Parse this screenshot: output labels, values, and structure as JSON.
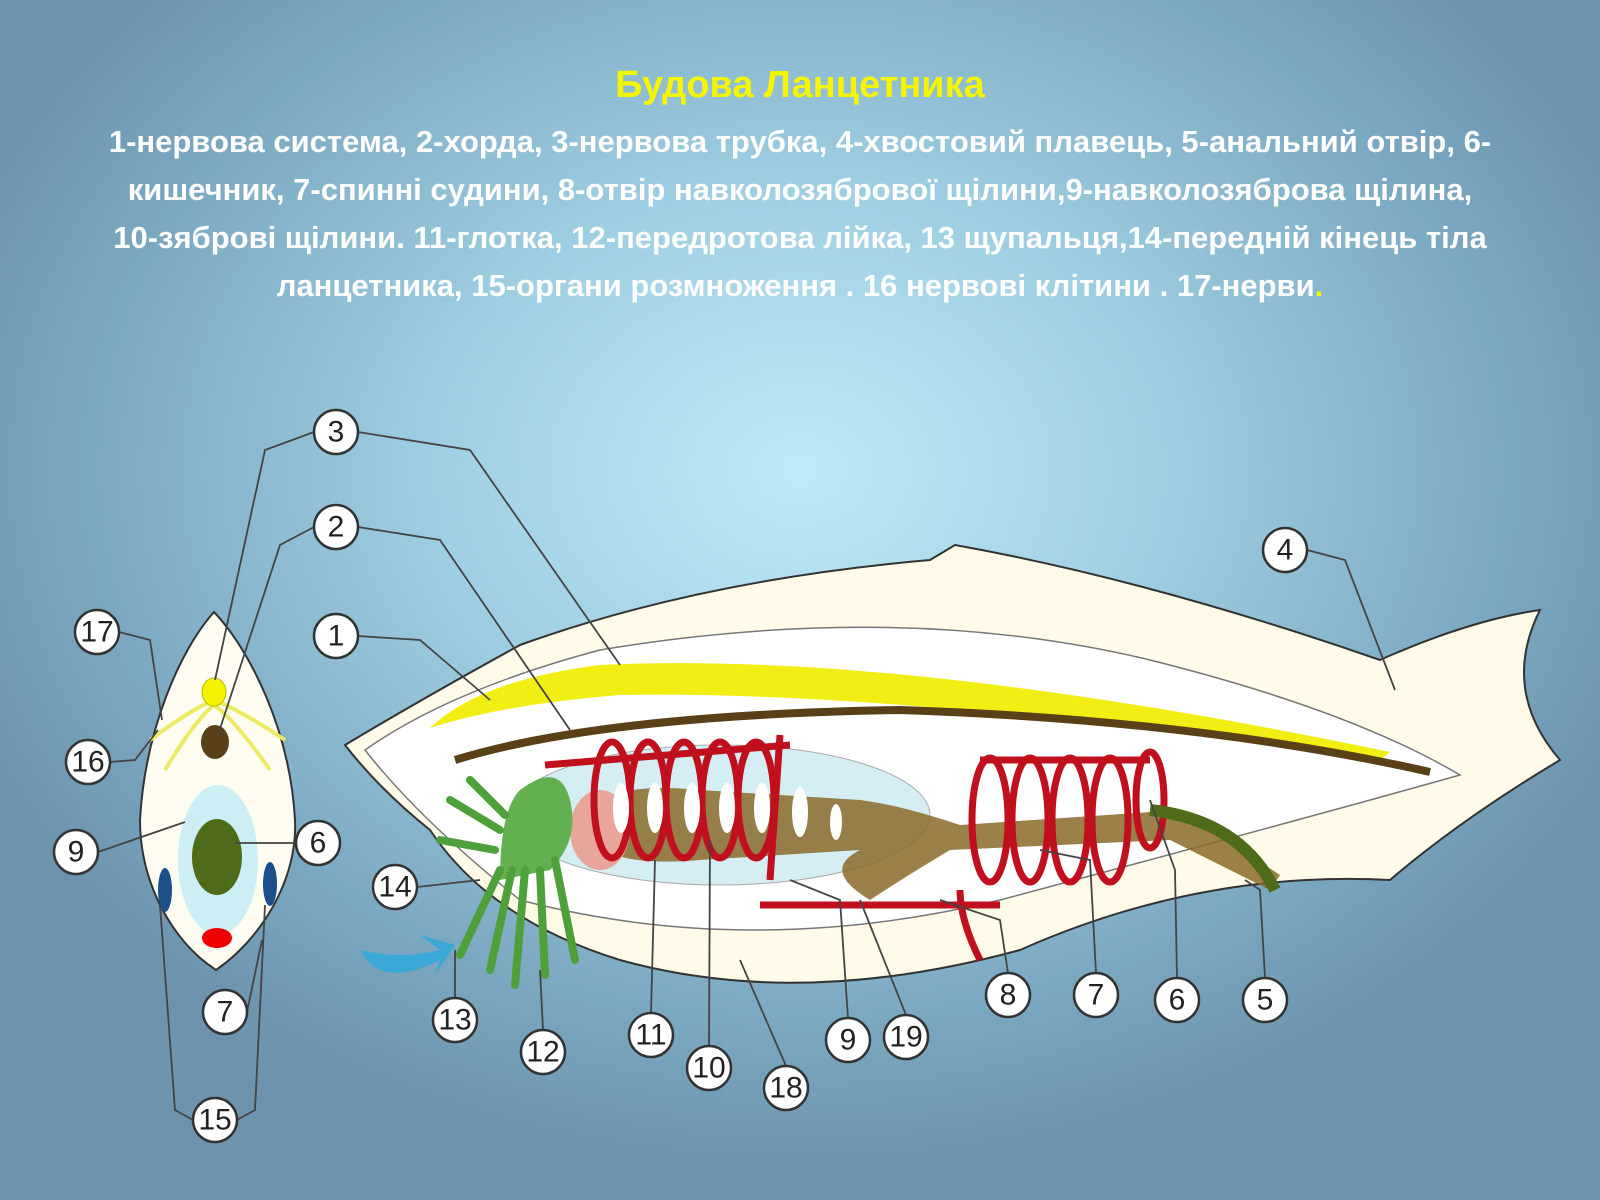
{
  "title": "Будова Ланцетника",
  "description": "1-нервова система, 2-хорда, 3-нервова трубка, 4-хвостовий плавець, 5-анальний отвір, 6-кишечник, 7-спинні судини, 8-отвір навколозябрової щілини,9-навколозяброва щілина, 10-зяброві щілини. 11-глотка, 12-передротова лійка, 13 щупальця,14-передній кінець тіла ланцетника, 15-органи розмноження . 16 нервові клітини . 17-нерви",
  "description_end": ".",
  "labels": {
    "l1": "1",
    "l2": "2",
    "l3": "3",
    "l4": "4",
    "l5": "5",
    "l6": "6",
    "l6b": "6",
    "l7": "7",
    "l7b": "7",
    "l8": "8",
    "l9": "9",
    "l9b": "9",
    "l10": "10",
    "l11": "11",
    "l12": "12",
    "l13": "13",
    "l14": "14",
    "l15": "15",
    "l16": "16",
    "l17": "17",
    "l18": "18",
    "l19": "19"
  }
}
